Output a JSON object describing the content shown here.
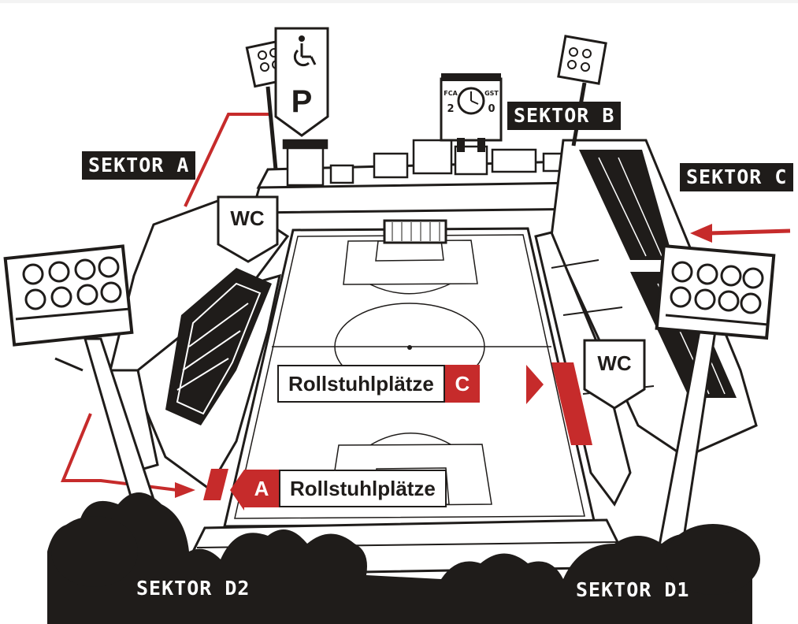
{
  "sectors": {
    "a": "SEKTOR A",
    "b": "SEKTOR B",
    "c": "SEKTOR C",
    "d1": "SEKTOR D1",
    "d2": "SEKTOR D2"
  },
  "signs": {
    "wc": "WC",
    "parking": "P"
  },
  "scoreboard": {
    "left_top": "FCA",
    "left_score": "2",
    "right_top": "GST",
    "right_score": "0"
  },
  "wheelchair_areas": [
    {
      "text": "Rollstuhlplätze",
      "letter": "C"
    },
    {
      "text": "Rollstuhlplätze",
      "letter": "A"
    }
  ],
  "colors": {
    "accent_red": "#c62b2b",
    "ink": "#1f1c1a",
    "paper": "#ffffff"
  },
  "icons": [
    "wheelchair-icon",
    "floodlight-icon",
    "arrow-right-icon",
    "scoreboard-clock-icon"
  ]
}
